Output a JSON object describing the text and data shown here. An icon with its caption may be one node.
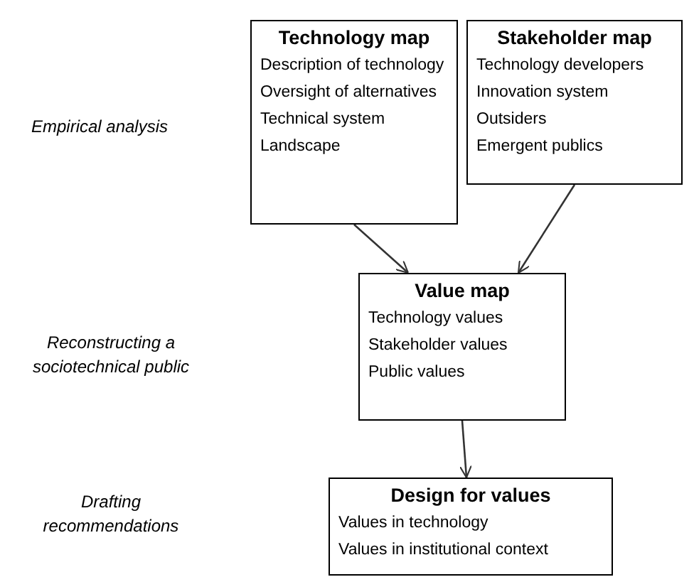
{
  "diagram": {
    "nodes": [
      {
        "text": [
          "Technology map",
          "Description of technology",
          "Oversight of alternatives",
          "Technical system",
          "Landscape"
        ]
      },
      {
        "text": [
          "Stakeholder map",
          "Technology developers",
          "Innovation system",
          "Outsiders",
          "Emergent publics"
        ]
      },
      {
        "text": [
          "Value map",
          "Technology values",
          "Stakeholder values",
          "Public values"
        ]
      },
      {
        "text": [
          "Design for values",
          "Values in technology",
          "Values in institutional context"
        ]
      }
    ],
    "edges": [
      {
        "from": 0,
        "to": 2,
        "arrow": "to"
      },
      {
        "from": 1,
        "to": 2,
        "arrow": "to"
      },
      {
        "from": 2,
        "to": 3,
        "arrow": "to"
      }
    ],
    "labels": [
      "Empirical analysis",
      "Reconstructing a sociotechnical public",
      "Drafting recommendations"
    ]
  }
}
